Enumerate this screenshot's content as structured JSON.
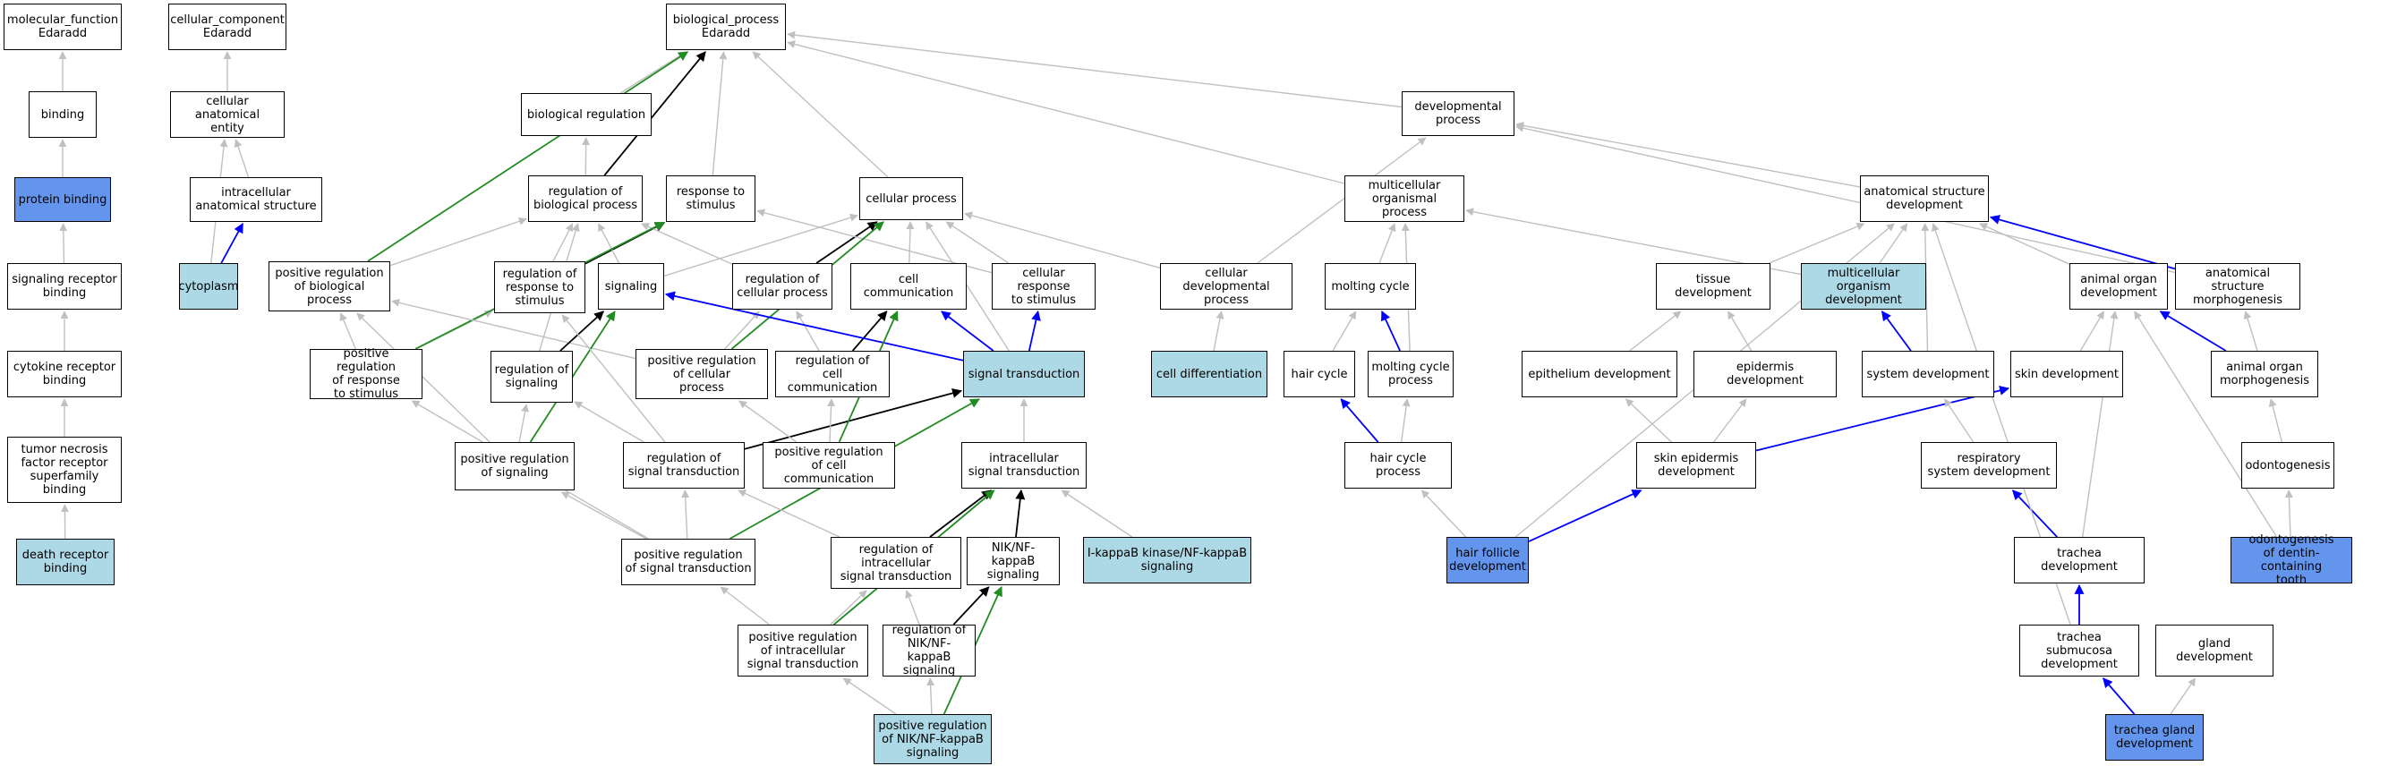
{
  "colors": {
    "white": "#ffffff",
    "light": "#add8e6",
    "blue": "#6495ed",
    "edge_gray": "#c0c0c0",
    "edge_black": "#000000",
    "edge_blue": "#0000ff",
    "edge_green": "#228b22"
  },
  "nodes": [
    {
      "id": "mf",
      "label": "molecular_function\nEdaradd",
      "color": "white"
    },
    {
      "id": "cc",
      "label": "cellular_component\nEdaradd",
      "color": "white"
    },
    {
      "id": "bp",
      "label": "biological_process\nEdaradd",
      "color": "white"
    },
    {
      "id": "binding",
      "label": "binding",
      "color": "white"
    },
    {
      "id": "cae",
      "label": "cellular anatomical\nentity",
      "color": "white"
    },
    {
      "id": "bioreg",
      "label": "biological regulation",
      "color": "white"
    },
    {
      "id": "devproc",
      "label": "developmental\nprocess",
      "color": "white"
    },
    {
      "id": "protbind",
      "label": "protein binding",
      "color": "blue"
    },
    {
      "id": "ias",
      "label": "intracellular\nanatomical structure",
      "color": "white"
    },
    {
      "id": "regbp",
      "label": "regulation of\nbiological process",
      "color": "white"
    },
    {
      "id": "resp",
      "label": "response to\nstimulus",
      "color": "white"
    },
    {
      "id": "cellproc",
      "label": "cellular process",
      "color": "white"
    },
    {
      "id": "mop",
      "label": "multicellular\norganismal process",
      "color": "white"
    },
    {
      "id": "asd",
      "label": "anatomical structure\ndevelopment",
      "color": "white"
    },
    {
      "id": "srb",
      "label": "signaling receptor\nbinding",
      "color": "white"
    },
    {
      "id": "cytoplasm",
      "label": "cytoplasm",
      "color": "light"
    },
    {
      "id": "prbp",
      "label": "positive regulation\nof biological\nprocess",
      "color": "white"
    },
    {
      "id": "regresp",
      "label": "regulation of\nresponse to\nstimulus",
      "color": "white"
    },
    {
      "id": "signaling",
      "label": "signaling",
      "color": "white"
    },
    {
      "id": "regcp",
      "label": "regulation of\ncellular process",
      "color": "white"
    },
    {
      "id": "cellcomm",
      "label": "cell communication",
      "color": "white"
    },
    {
      "id": "crs",
      "label": "cellular response\nto stimulus",
      "color": "white"
    },
    {
      "id": "cdp",
      "label": "cellular developmental\nprocess",
      "color": "white"
    },
    {
      "id": "molting",
      "label": "molting cycle",
      "color": "white"
    },
    {
      "id": "tissuedev",
      "label": "tissue development",
      "color": "white"
    },
    {
      "id": "mod",
      "label": "multicellular\norganism development",
      "color": "light"
    },
    {
      "id": "aod",
      "label": "animal organ\ndevelopment",
      "color": "white"
    },
    {
      "id": "asm",
      "label": "anatomical structure\nmorphogenesis",
      "color": "white"
    },
    {
      "id": "crb",
      "label": "cytokine receptor\nbinding",
      "color": "white"
    },
    {
      "id": "prresp",
      "label": "positive regulation\nof response\nto stimulus",
      "color": "white"
    },
    {
      "id": "prcp",
      "label": "positive regulation\nof cellular\nprocess",
      "color": "white"
    },
    {
      "id": "regcc",
      "label": "regulation of\ncell communication",
      "color": "white"
    },
    {
      "id": "st",
      "label": "signal transduction",
      "color": "light"
    },
    {
      "id": "celldiff",
      "label": "cell differentiation",
      "color": "light"
    },
    {
      "id": "haircycle",
      "label": "hair cycle",
      "color": "white"
    },
    {
      "id": "mcp",
      "label": "molting cycle\nprocess",
      "color": "white"
    },
    {
      "id": "epithdev",
      "label": "epithelium development",
      "color": "white"
    },
    {
      "id": "epiddev",
      "label": "epidermis development",
      "color": "white"
    },
    {
      "id": "sysdev",
      "label": "system development",
      "color": "white"
    },
    {
      "id": "skindev",
      "label": "skin development",
      "color": "white"
    },
    {
      "id": "aom",
      "label": "animal organ\nmorphogenesis",
      "color": "white"
    },
    {
      "id": "regsig",
      "label": "regulation of\nsignaling",
      "color": "white"
    },
    {
      "id": "tnfr",
      "label": "tumor necrosis\nfactor receptor\nsuperfamily\nbinding",
      "color": "white"
    },
    {
      "id": "prsig",
      "label": "positive regulation\nof signaling",
      "color": "white"
    },
    {
      "id": "regst",
      "label": "regulation of\nsignal transduction",
      "color": "white"
    },
    {
      "id": "prcc",
      "label": "positive regulation\nof cell communication",
      "color": "white"
    },
    {
      "id": "ist",
      "label": "intracellular\nsignal transduction",
      "color": "white"
    },
    {
      "id": "hcp",
      "label": "hair cycle process",
      "color": "white"
    },
    {
      "id": "sed",
      "label": "skin epidermis\ndevelopment",
      "color": "white"
    },
    {
      "id": "rsd",
      "label": "respiratory\nsystem development",
      "color": "white"
    },
    {
      "id": "odonto",
      "label": "odontogenesis",
      "color": "white"
    },
    {
      "id": "drb",
      "label": "death receptor\nbinding",
      "color": "light"
    },
    {
      "id": "prst",
      "label": "positive regulation\nof signal transduction",
      "color": "white"
    },
    {
      "id": "rist",
      "label": "regulation of\nintracellular\nsignal transduction",
      "color": "white"
    },
    {
      "id": "nik",
      "label": "NIK/NF-kappaB\nsignaling",
      "color": "white"
    },
    {
      "id": "ikk",
      "label": "I-kappaB kinase/NF-kappaB\nsignaling",
      "color": "light"
    },
    {
      "id": "hfd",
      "label": "hair follicle\ndevelopment",
      "color": "blue"
    },
    {
      "id": "trachea",
      "label": "trachea development",
      "color": "white"
    },
    {
      "id": "odontodt",
      "label": "odontogenesis\nof dentin-containing\ntooth",
      "color": "blue"
    },
    {
      "id": "prist",
      "label": "positive regulation\nof intracellular\nsignal transduction",
      "color": "white"
    },
    {
      "id": "rnik",
      "label": "regulation of\nNIK/NF-kappaB\nsignaling",
      "color": "white"
    },
    {
      "id": "tsd",
      "label": "trachea submucosa\ndevelopment",
      "color": "white"
    },
    {
      "id": "glanddev",
      "label": "gland development",
      "color": "white"
    },
    {
      "id": "prnik",
      "label": "positive regulation\nof NIK/NF-kappaB\nsignaling",
      "color": "light"
    },
    {
      "id": "tgd",
      "label": "trachea gland\ndevelopment",
      "color": "blue"
    }
  ],
  "edges": [
    {
      "from": "binding",
      "to": "mf",
      "color": "gray"
    },
    {
      "from": "protbind",
      "to": "binding",
      "color": "gray"
    },
    {
      "from": "srb",
      "to": "protbind",
      "color": "gray"
    },
    {
      "from": "crb",
      "to": "srb",
      "color": "gray"
    },
    {
      "from": "tnfr",
      "to": "crb",
      "color": "gray"
    },
    {
      "from": "drb",
      "to": "tnfr",
      "color": "gray"
    },
    {
      "from": "cae",
      "to": "cc",
      "color": "gray"
    },
    {
      "from": "ias",
      "to": "cae",
      "color": "gray"
    },
    {
      "from": "cytoplasm",
      "to": "cae",
      "color": "gray"
    },
    {
      "from": "cytoplasm",
      "to": "ias",
      "color": "blue"
    },
    {
      "from": "bioreg",
      "to": "bp",
      "color": "gray"
    },
    {
      "from": "regbp",
      "to": "bioreg",
      "color": "gray"
    },
    {
      "from": "regbp",
      "to": "bp",
      "color": "black"
    },
    {
      "from": "resp",
      "to": "bp",
      "color": "gray"
    },
    {
      "from": "cellproc",
      "to": "bp",
      "color": "gray"
    },
    {
      "from": "devproc",
      "to": "bp",
      "color": "gray"
    },
    {
      "from": "mop",
      "to": "bp",
      "color": "gray"
    },
    {
      "from": "prbp",
      "to": "bp",
      "color": "green"
    },
    {
      "from": "prbp",
      "to": "regbp",
      "color": "gray"
    },
    {
      "from": "regresp",
      "to": "regbp",
      "color": "gray"
    },
    {
      "from": "regresp",
      "to": "resp",
      "color": "black"
    },
    {
      "from": "signaling",
      "to": "cellproc",
      "color": "gray"
    },
    {
      "from": "signaling",
      "to": "regbp",
      "color": "gray"
    },
    {
      "from": "regcp",
      "to": "regbp",
      "color": "gray"
    },
    {
      "from": "regcp",
      "to": "cellproc",
      "color": "black"
    },
    {
      "from": "cellcomm",
      "to": "cellproc",
      "color": "gray"
    },
    {
      "from": "crs",
      "to": "cellproc",
      "color": "gray"
    },
    {
      "from": "crs",
      "to": "resp",
      "color": "gray"
    },
    {
      "from": "cdp",
      "to": "cellproc",
      "color": "gray"
    },
    {
      "from": "cdp",
      "to": "devproc",
      "color": "gray"
    },
    {
      "from": "asd",
      "to": "devproc",
      "color": "gray"
    },
    {
      "from": "asm",
      "to": "devproc",
      "color": "gray"
    },
    {
      "from": "molting",
      "to": "mop",
      "color": "gray"
    },
    {
      "from": "mcp",
      "to": "mop",
      "color": "gray"
    },
    {
      "from": "mod",
      "to": "mop",
      "color": "gray"
    },
    {
      "from": "tissuedev",
      "to": "asd",
      "color": "gray"
    },
    {
      "from": "mod",
      "to": "asd",
      "color": "gray"
    },
    {
      "from": "aod",
      "to": "asd",
      "color": "gray"
    },
    {
      "from": "asm",
      "to": "asd",
      "color": "blue"
    },
    {
      "from": "prresp",
      "to": "regresp",
      "color": "gray"
    },
    {
      "from": "prresp",
      "to": "prbp",
      "color": "gray"
    },
    {
      "from": "prresp",
      "to": "resp",
      "color": "green"
    },
    {
      "from": "prcp",
      "to": "regcp",
      "color": "gray"
    },
    {
      "from": "prcp",
      "to": "prbp",
      "color": "gray"
    },
    {
      "from": "prcp",
      "to": "cellproc",
      "color": "green"
    },
    {
      "from": "regcc",
      "to": "regcp",
      "color": "gray"
    },
    {
      "from": "regcc",
      "to": "cellcomm",
      "color": "black"
    },
    {
      "from": "st",
      "to": "signaling",
      "color": "blue"
    },
    {
      "from": "st",
      "to": "cellcomm",
      "color": "blue"
    },
    {
      "from": "st",
      "to": "crs",
      "color": "blue"
    },
    {
      "from": "st",
      "to": "cellproc",
      "color": "gray"
    },
    {
      "from": "celldiff",
      "to": "cdp",
      "color": "gray"
    },
    {
      "from": "haircycle",
      "to": "molting",
      "color": "gray"
    },
    {
      "from": "mcp",
      "to": "molting",
      "color": "blue"
    },
    {
      "from": "epithdev",
      "to": "tissuedev",
      "color": "gray"
    },
    {
      "from": "epiddev",
      "to": "tissuedev",
      "color": "gray"
    },
    {
      "from": "sysdev",
      "to": "mod",
      "color": "blue"
    },
    {
      "from": "sysdev",
      "to": "asd",
      "color": "gray"
    },
    {
      "from": "skindev",
      "to": "aod",
      "color": "gray"
    },
    {
      "from": "aom",
      "to": "aod",
      "color": "blue"
    },
    {
      "from": "aom",
      "to": "asm",
      "color": "gray"
    },
    {
      "from": "regsig",
      "to": "regbp",
      "color": "gray"
    },
    {
      "from": "regsig",
      "to": "signaling",
      "color": "black"
    },
    {
      "from": "prsig",
      "to": "regsig",
      "color": "gray"
    },
    {
      "from": "prsig",
      "to": "prbp",
      "color": "gray"
    },
    {
      "from": "prsig",
      "to": "signaling",
      "color": "green"
    },
    {
      "from": "regst",
      "to": "regsig",
      "color": "gray"
    },
    {
      "from": "regst",
      "to": "regresp",
      "color": "gray"
    },
    {
      "from": "regst",
      "to": "st",
      "color": "black"
    },
    {
      "from": "prcc",
      "to": "regcc",
      "color": "gray"
    },
    {
      "from": "prcc",
      "to": "prcp",
      "color": "gray"
    },
    {
      "from": "prcc",
      "to": "cellcomm",
      "color": "green"
    },
    {
      "from": "ist",
      "to": "st",
      "color": "gray"
    },
    {
      "from": "hcp",
      "to": "haircycle",
      "color": "blue"
    },
    {
      "from": "hcp",
      "to": "mcp",
      "color": "gray"
    },
    {
      "from": "sed",
      "to": "skindev",
      "color": "blue"
    },
    {
      "from": "sed",
      "to": "epiddev",
      "color": "gray"
    },
    {
      "from": "sed",
      "to": "epithdev",
      "color": "gray"
    },
    {
      "from": "rsd",
      "to": "sysdev",
      "color": "gray"
    },
    {
      "from": "odonto",
      "to": "aom",
      "color": "gray"
    },
    {
      "from": "prst",
      "to": "regst",
      "color": "gray"
    },
    {
      "from": "prst",
      "to": "prsig",
      "color": "gray"
    },
    {
      "from": "prst",
      "to": "prresp",
      "color": "gray"
    },
    {
      "from": "prst",
      "to": "st",
      "color": "green"
    },
    {
      "from": "rist",
      "to": "regst",
      "color": "gray"
    },
    {
      "from": "rist",
      "to": "ist",
      "color": "black"
    },
    {
      "from": "nik",
      "to": "ist",
      "color": "black"
    },
    {
      "from": "ikk",
      "to": "ist",
      "color": "gray"
    },
    {
      "from": "hfd",
      "to": "hcp",
      "color": "gray"
    },
    {
      "from": "hfd",
      "to": "sed",
      "color": "blue"
    },
    {
      "from": "hfd",
      "to": "asd",
      "color": "gray"
    },
    {
      "from": "trachea",
      "to": "rsd",
      "color": "blue"
    },
    {
      "from": "trachea",
      "to": "aod",
      "color": "gray"
    },
    {
      "from": "odontodt",
      "to": "odonto",
      "color": "gray"
    },
    {
      "from": "odontodt",
      "to": "aod",
      "color": "gray"
    },
    {
      "from": "prist",
      "to": "rist",
      "color": "gray"
    },
    {
      "from": "prist",
      "to": "prst",
      "color": "gray"
    },
    {
      "from": "prist",
      "to": "ist",
      "color": "green"
    },
    {
      "from": "rnik",
      "to": "rist",
      "color": "gray"
    },
    {
      "from": "rnik",
      "to": "nik",
      "color": "black"
    },
    {
      "from": "tsd",
      "to": "trachea",
      "color": "blue"
    },
    {
      "from": "tsd",
      "to": "asd",
      "color": "gray"
    },
    {
      "from": "prnik",
      "to": "prist",
      "color": "gray"
    },
    {
      "from": "prnik",
      "to": "rnik",
      "color": "gray"
    },
    {
      "from": "prnik",
      "to": "nik",
      "color": "green"
    },
    {
      "from": "tgd",
      "to": "tsd",
      "color": "blue"
    },
    {
      "from": "tgd",
      "to": "glanddev",
      "color": "gray"
    }
  ]
}
